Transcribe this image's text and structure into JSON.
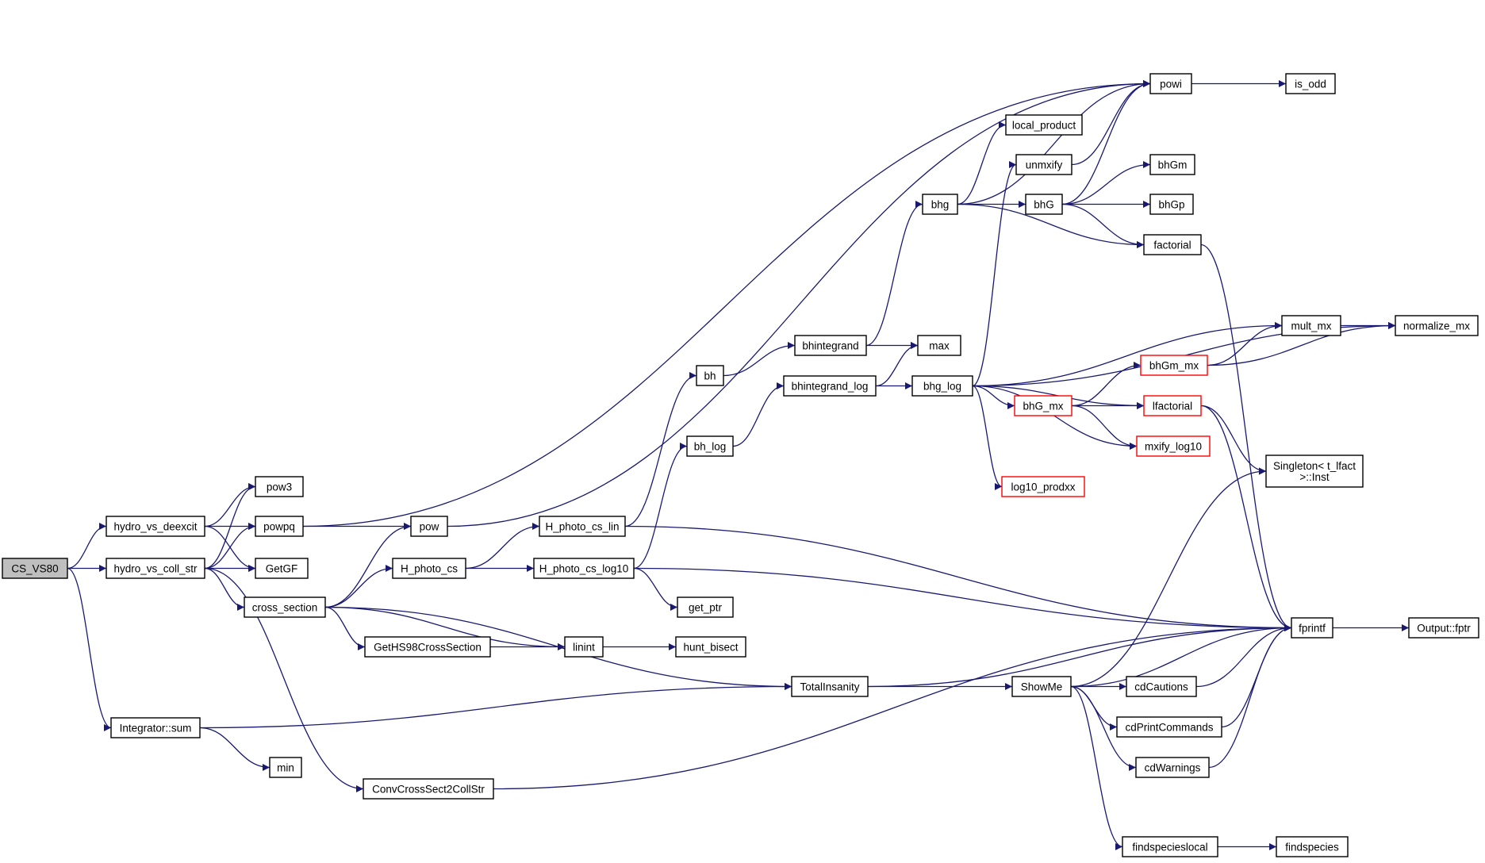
{
  "graph": {
    "edge_color": "#191970",
    "truncated_border_color": "#ff0000",
    "root_fill_color": "#bfbfbf",
    "nodes": [
      {
        "id": "cs_vs80",
        "label": "CS_VS80",
        "root": true
      },
      {
        "id": "hydro_vs_deexcit",
        "label": "hydro_vs_deexcit"
      },
      {
        "id": "hydro_vs_coll_str",
        "label": "hydro_vs_coll_str"
      },
      {
        "id": "integrator_sum",
        "label": "Integrator::sum"
      },
      {
        "id": "pow3",
        "label": "pow3"
      },
      {
        "id": "powpq",
        "label": "powpq"
      },
      {
        "id": "getgf",
        "label": "GetGF"
      },
      {
        "id": "cross_section",
        "label": "cross_section"
      },
      {
        "id": "convcrosssect2collstr",
        "label": "ConvCrossSect2CollStr"
      },
      {
        "id": "min",
        "label": "min"
      },
      {
        "id": "pow",
        "label": "pow"
      },
      {
        "id": "h_photo_cs",
        "label": "H_photo_cs"
      },
      {
        "id": "geths98crosssection",
        "label": "GetHS98CrossSection"
      },
      {
        "id": "linint",
        "label": "linint"
      },
      {
        "id": "totalinsanity",
        "label": "TotalInsanity"
      },
      {
        "id": "h_photo_cs_lin",
        "label": "H_photo_cs_lin"
      },
      {
        "id": "h_photo_cs_log10",
        "label": "H_photo_cs_log10"
      },
      {
        "id": "get_ptr",
        "label": "get_ptr"
      },
      {
        "id": "hunt_bisect",
        "label": "hunt_bisect"
      },
      {
        "id": "bh",
        "label": "bh"
      },
      {
        "id": "bh_log",
        "label": "bh_log"
      },
      {
        "id": "bhintegrand",
        "label": "bhintegrand"
      },
      {
        "id": "bhintegrand_log",
        "label": "bhintegrand_log"
      },
      {
        "id": "bhg",
        "label": "bhg"
      },
      {
        "id": "max",
        "label": "max"
      },
      {
        "id": "bhg_log",
        "label": "bhg_log"
      },
      {
        "id": "showme",
        "label": "ShowMe"
      },
      {
        "id": "local_product",
        "label": "local_product"
      },
      {
        "id": "unmxify",
        "label": "unmxify"
      },
      {
        "id": "bhgfn",
        "label": "bhG"
      },
      {
        "id": "bhg_mx",
        "label": "bhG_mx",
        "truncated": true
      },
      {
        "id": "log10_prodxx",
        "label": "log10_prodxx",
        "truncated": true
      },
      {
        "id": "powi",
        "label": "powi"
      },
      {
        "id": "bhgm",
        "label": "bhGm"
      },
      {
        "id": "bhgp",
        "label": "bhGp"
      },
      {
        "id": "factorial",
        "label": "factorial"
      },
      {
        "id": "bhgm_mx",
        "label": "bhGm_mx",
        "truncated": true
      },
      {
        "id": "lfactorial",
        "label": "lfactorial",
        "truncated": true
      },
      {
        "id": "mxify_log10",
        "label": "mxify_log10",
        "truncated": true
      },
      {
        "id": "cdcautions",
        "label": "cdCautions"
      },
      {
        "id": "cdprintcommands",
        "label": "cdPrintCommands"
      },
      {
        "id": "cdwarnings",
        "label": "cdWarnings"
      },
      {
        "id": "findspecieslocal",
        "label": "findspecieslocal"
      },
      {
        "id": "is_odd",
        "label": "is_odd"
      },
      {
        "id": "mult_mx",
        "label": "mult_mx"
      },
      {
        "id": "singleton_inst",
        "label": "Singleton< t_lfact\n>::Inst"
      },
      {
        "id": "fprintf",
        "label": "fprintf"
      },
      {
        "id": "findspecies",
        "label": "findspecies"
      },
      {
        "id": "normalize_mx",
        "label": "normalize_mx"
      },
      {
        "id": "output_fptr",
        "label": "Output::fptr"
      }
    ],
    "edges": [
      [
        "cs_vs80",
        "hydro_vs_deexcit"
      ],
      [
        "cs_vs80",
        "hydro_vs_coll_str"
      ],
      [
        "cs_vs80",
        "integrator_sum"
      ],
      [
        "hydro_vs_deexcit",
        "pow3"
      ],
      [
        "hydro_vs_deexcit",
        "powpq"
      ],
      [
        "hydro_vs_deexcit",
        "getgf"
      ],
      [
        "hydro_vs_coll_str",
        "pow3"
      ],
      [
        "hydro_vs_coll_str",
        "powpq"
      ],
      [
        "hydro_vs_coll_str",
        "getgf"
      ],
      [
        "hydro_vs_coll_str",
        "cross_section"
      ],
      [
        "hydro_vs_coll_str",
        "convcrosssect2collstr"
      ],
      [
        "integrator_sum",
        "min"
      ],
      [
        "integrator_sum",
        "totalinsanity"
      ],
      [
        "powpq",
        "pow"
      ],
      [
        "powpq",
        "powi"
      ],
      [
        "pow",
        "powi"
      ],
      [
        "cross_section",
        "pow"
      ],
      [
        "cross_section",
        "h_photo_cs"
      ],
      [
        "cross_section",
        "geths98crosssection"
      ],
      [
        "cross_section",
        "linint"
      ],
      [
        "cross_section",
        "totalinsanity"
      ],
      [
        "h_photo_cs",
        "h_photo_cs_lin"
      ],
      [
        "h_photo_cs",
        "h_photo_cs_log10"
      ],
      [
        "geths98crosssection",
        "linint"
      ],
      [
        "linint",
        "hunt_bisect"
      ],
      [
        "totalinsanity",
        "showme"
      ],
      [
        "totalinsanity",
        "fprintf"
      ],
      [
        "h_photo_cs_lin",
        "bh"
      ],
      [
        "h_photo_cs_lin",
        "fprintf"
      ],
      [
        "h_photo_cs_log10",
        "bh_log"
      ],
      [
        "h_photo_cs_log10",
        "get_ptr"
      ],
      [
        "h_photo_cs_log10",
        "fprintf"
      ],
      [
        "bh",
        "bhintegrand"
      ],
      [
        "bh_log",
        "bhintegrand_log"
      ],
      [
        "bhintegrand",
        "bhg"
      ],
      [
        "bhintegrand",
        "max"
      ],
      [
        "bhintegrand_log",
        "max"
      ],
      [
        "bhintegrand_log",
        "bhg_log"
      ],
      [
        "bhg",
        "powi"
      ],
      [
        "bhg",
        "local_product"
      ],
      [
        "bhg",
        "bhgfn"
      ],
      [
        "bhg",
        "factorial"
      ],
      [
        "bhg_log",
        "unmxify"
      ],
      [
        "bhg_log",
        "bhg_mx"
      ],
      [
        "bhg_log",
        "log10_prodxx"
      ],
      [
        "bhg_log",
        "mult_mx"
      ],
      [
        "bhg_log",
        "normalize_mx"
      ],
      [
        "bhg_log",
        "lfactorial"
      ],
      [
        "bhg_log",
        "mxify_log10"
      ],
      [
        "unmxify",
        "powi"
      ],
      [
        "bhgfn",
        "powi"
      ],
      [
        "bhgfn",
        "bhgm"
      ],
      [
        "bhgfn",
        "bhgp"
      ],
      [
        "bhgfn",
        "factorial"
      ],
      [
        "factorial",
        "fprintf"
      ],
      [
        "bhg_mx",
        "bhgm_mx"
      ],
      [
        "bhg_mx",
        "lfactorial"
      ],
      [
        "bhg_mx",
        "mxify_log10"
      ],
      [
        "bhgm_mx",
        "mult_mx"
      ],
      [
        "bhgm_mx",
        "normalize_mx"
      ],
      [
        "mult_mx",
        "normalize_mx"
      ],
      [
        "lfactorial",
        "singleton_inst"
      ],
      [
        "lfactorial",
        "fprintf"
      ],
      [
        "powi",
        "is_odd"
      ],
      [
        "showme",
        "singleton_inst"
      ],
      [
        "showme",
        "fprintf"
      ],
      [
        "showme",
        "cdcautions"
      ],
      [
        "showme",
        "cdprintcommands"
      ],
      [
        "showme",
        "cdwarnings"
      ],
      [
        "showme",
        "findspecieslocal"
      ],
      [
        "cdcautions",
        "fprintf"
      ],
      [
        "cdprintcommands",
        "fprintf"
      ],
      [
        "cdwarnings",
        "fprintf"
      ],
      [
        "findspecieslocal",
        "findspecies"
      ],
      [
        "convcrosssect2collstr",
        "fprintf"
      ],
      [
        "fprintf",
        "output_fptr"
      ]
    ]
  }
}
